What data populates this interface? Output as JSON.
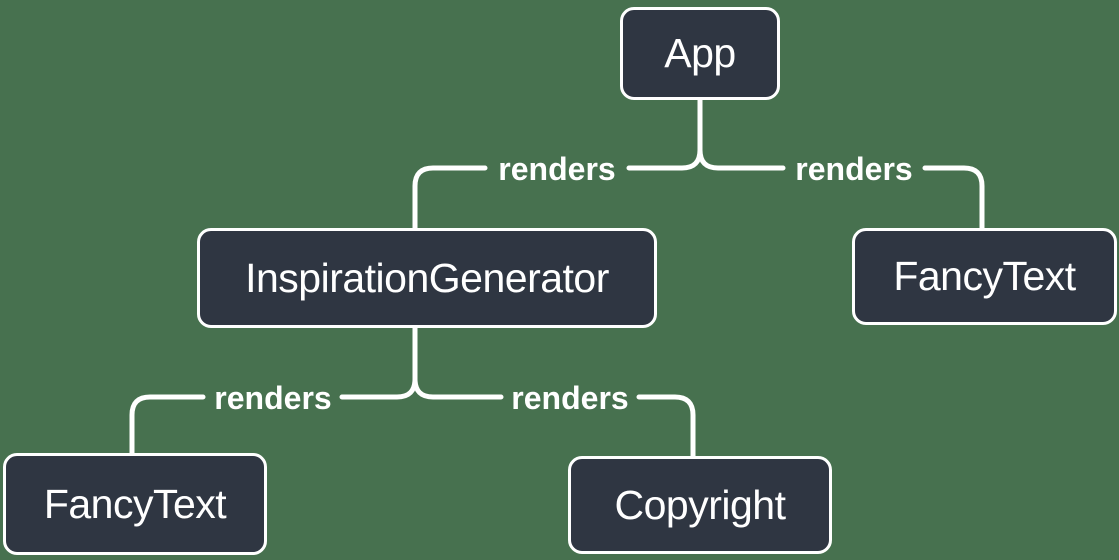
{
  "canvas": {
    "background_color": "#47714F"
  },
  "style": {
    "background_color": "#47714F",
    "node_fill": "#2F3642",
    "node_border": "#FFFFFF",
    "edge_color": "#FFFFFF",
    "text_color": "#FFFFFF"
  },
  "nodes": [
    {
      "id": "app",
      "label": "App"
    },
    {
      "id": "inspiration-generator",
      "label": "InspirationGenerator"
    },
    {
      "id": "fancy-text-top",
      "label": "FancyText"
    },
    {
      "id": "fancy-text-bottom",
      "label": "FancyText"
    },
    {
      "id": "copyright",
      "label": "Copyright"
    }
  ],
  "edges": [
    {
      "from": "App",
      "to": "InspirationGenerator",
      "label": "renders"
    },
    {
      "from": "App",
      "to": "FancyText",
      "label": "renders"
    },
    {
      "from": "InspirationGenerator",
      "to": "FancyText",
      "label": "renders"
    },
    {
      "from": "InspirationGenerator",
      "to": "Copyright",
      "label": "renders"
    }
  ]
}
